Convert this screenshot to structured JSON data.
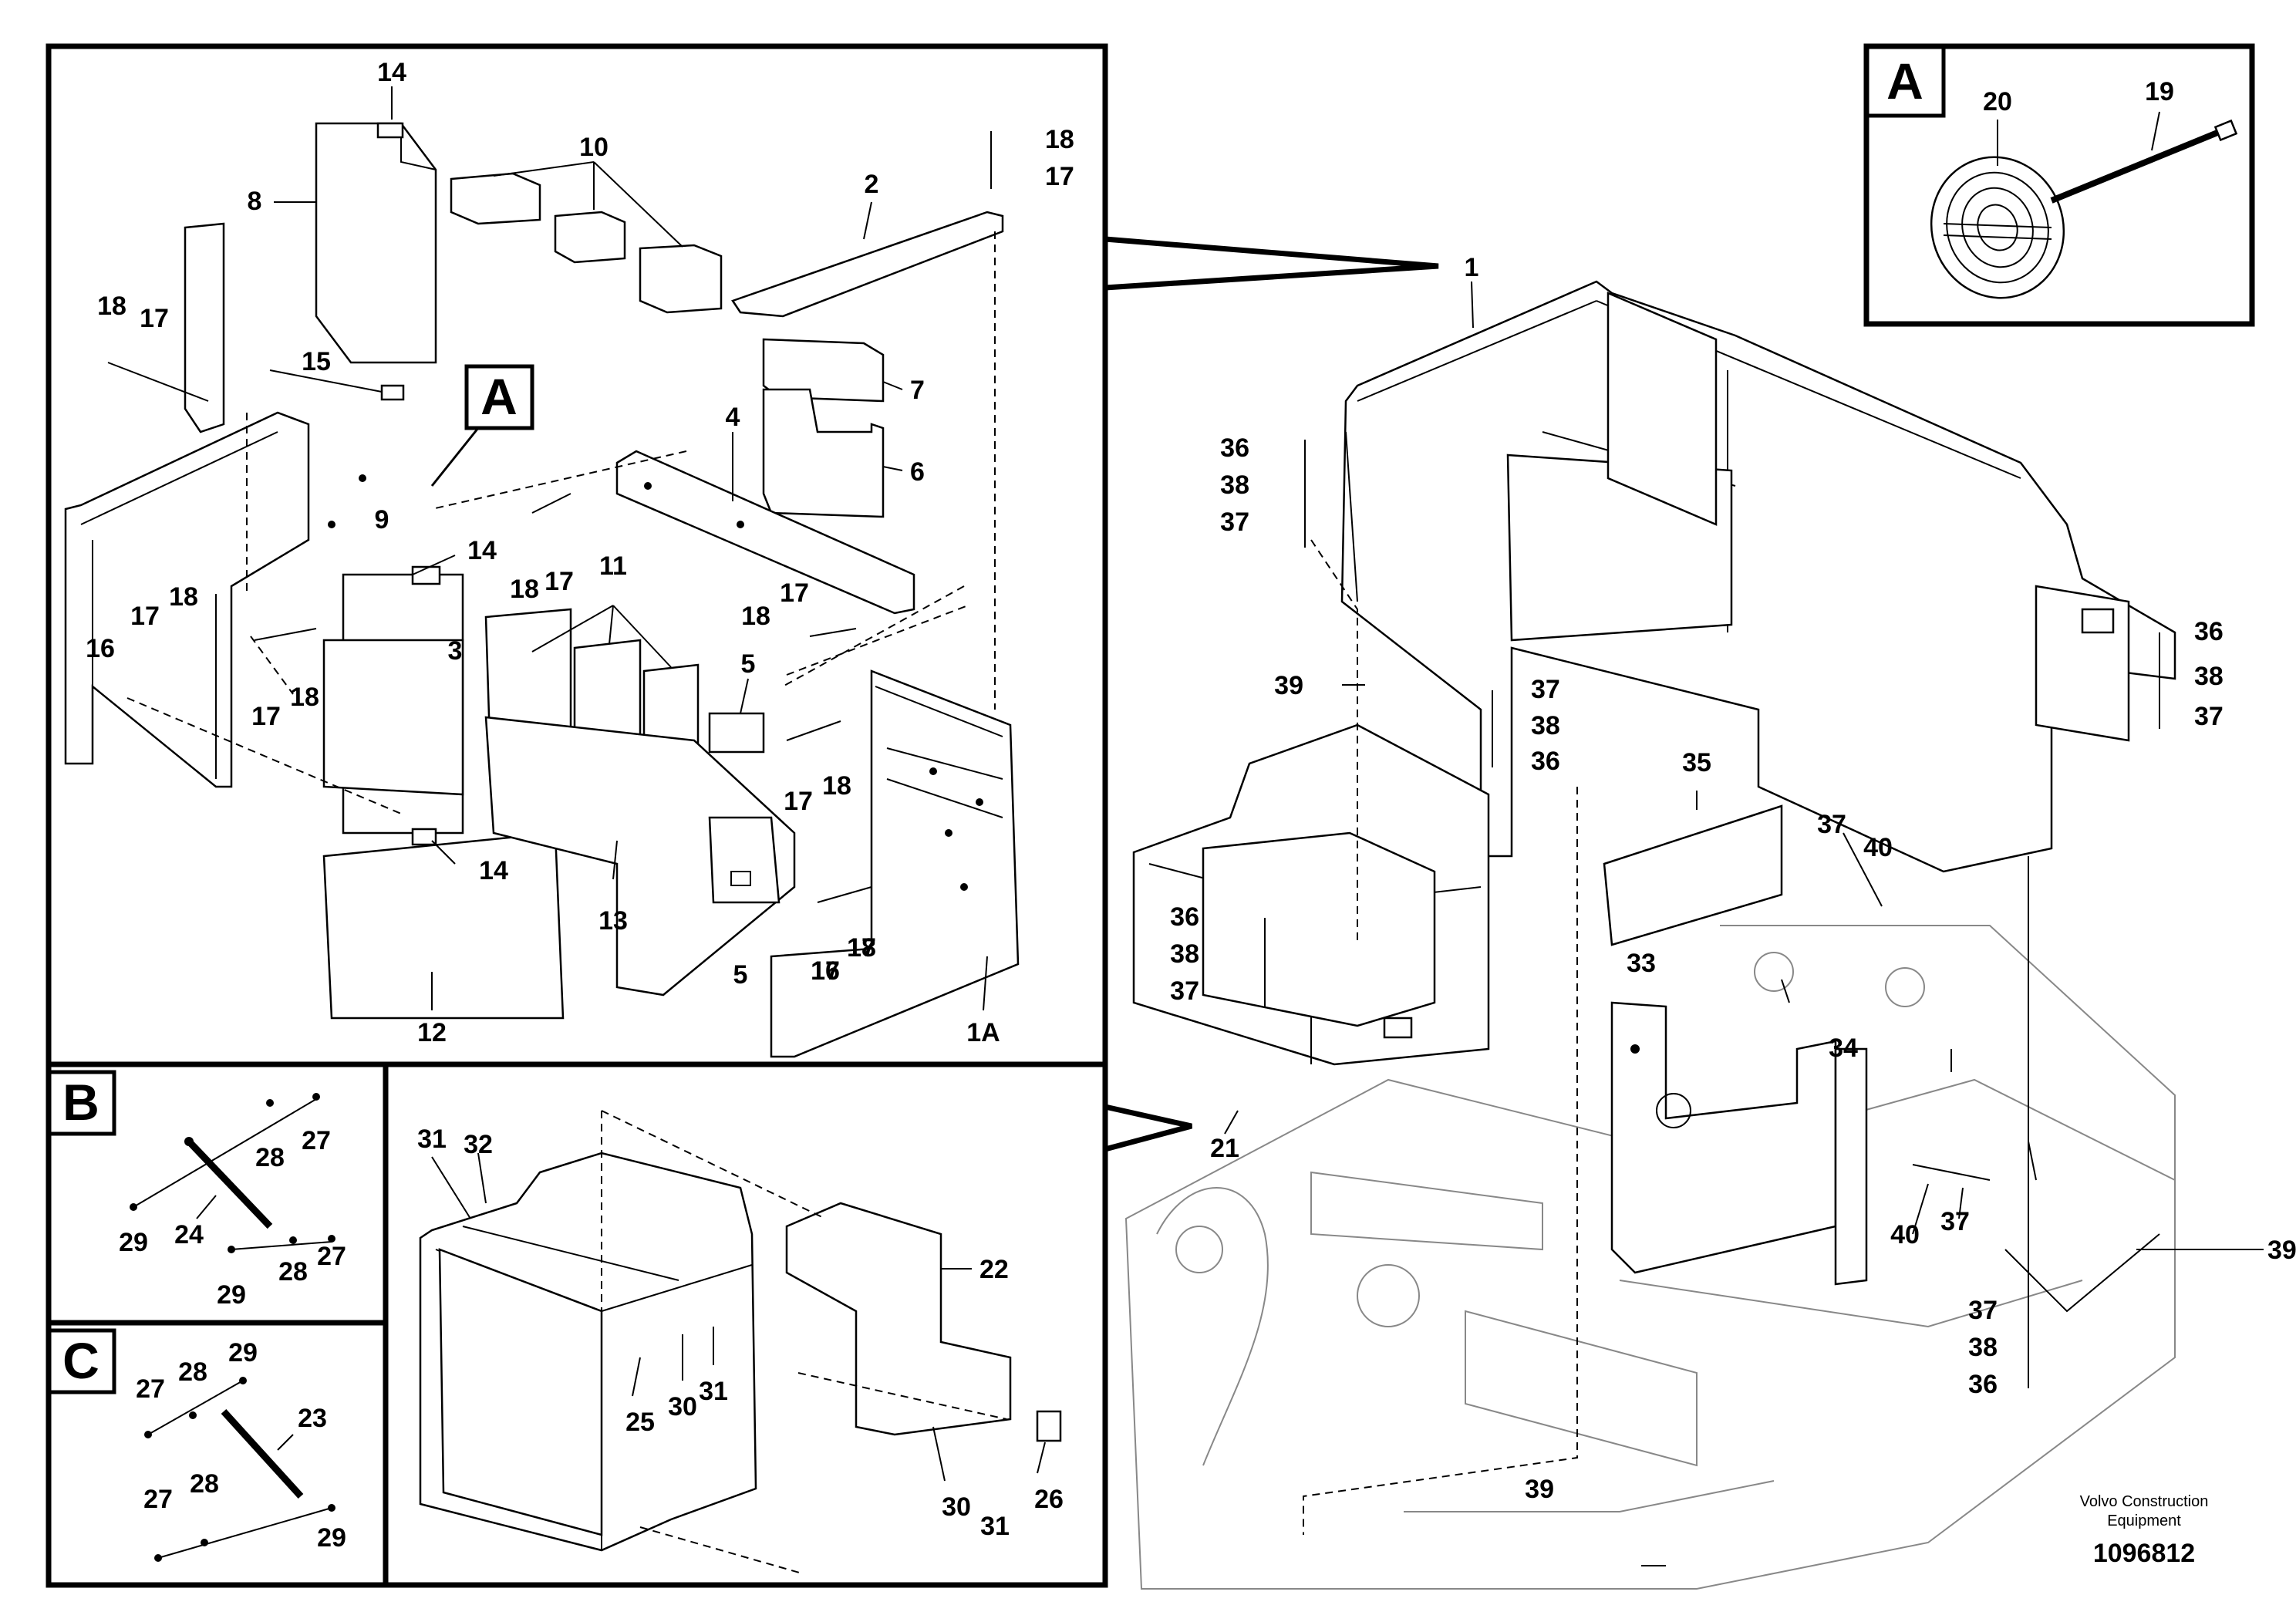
{
  "drawing": {
    "caption_line1": "Volvo Construction",
    "caption_line2": "Equipment",
    "number": "1096812"
  },
  "views": {
    "A": "A",
    "B": "B",
    "C": "C"
  },
  "callouts": {
    "main": [
      "14",
      "10",
      "18",
      "17",
      "8",
      "2",
      "18",
      "17",
      "15",
      "7",
      "A",
      "4",
      "6",
      "9",
      "14",
      "11",
      "18",
      "17",
      "18",
      "17",
      "16",
      "17",
      "18",
      "17",
      "18",
      "3",
      "5",
      "17",
      "18",
      "17",
      "18",
      "14",
      "13",
      "5",
      "16",
      "17",
      "12",
      "1A"
    ],
    "view_a": [
      "20",
      "19"
    ],
    "frame": [
      "1",
      "36",
      "38",
      "37",
      "39",
      "37",
      "38",
      "36",
      "36",
      "38",
      "37",
      "35",
      "37",
      "40",
      "36",
      "38",
      "37",
      "21",
      "33",
      "34",
      "40",
      "37",
      "39",
      "37",
      "38",
      "36",
      "39"
    ],
    "view_b": [
      "28",
      "27",
      "29",
      "24",
      "28",
      "27",
      "29"
    ],
    "view_c": [
      "29",
      "27",
      "28",
      "23",
      "27",
      "28",
      "29"
    ],
    "cab": [
      "31",
      "32",
      "C",
      "22",
      "B",
      "25",
      "30",
      "31",
      "30",
      "31",
      "26"
    ]
  }
}
